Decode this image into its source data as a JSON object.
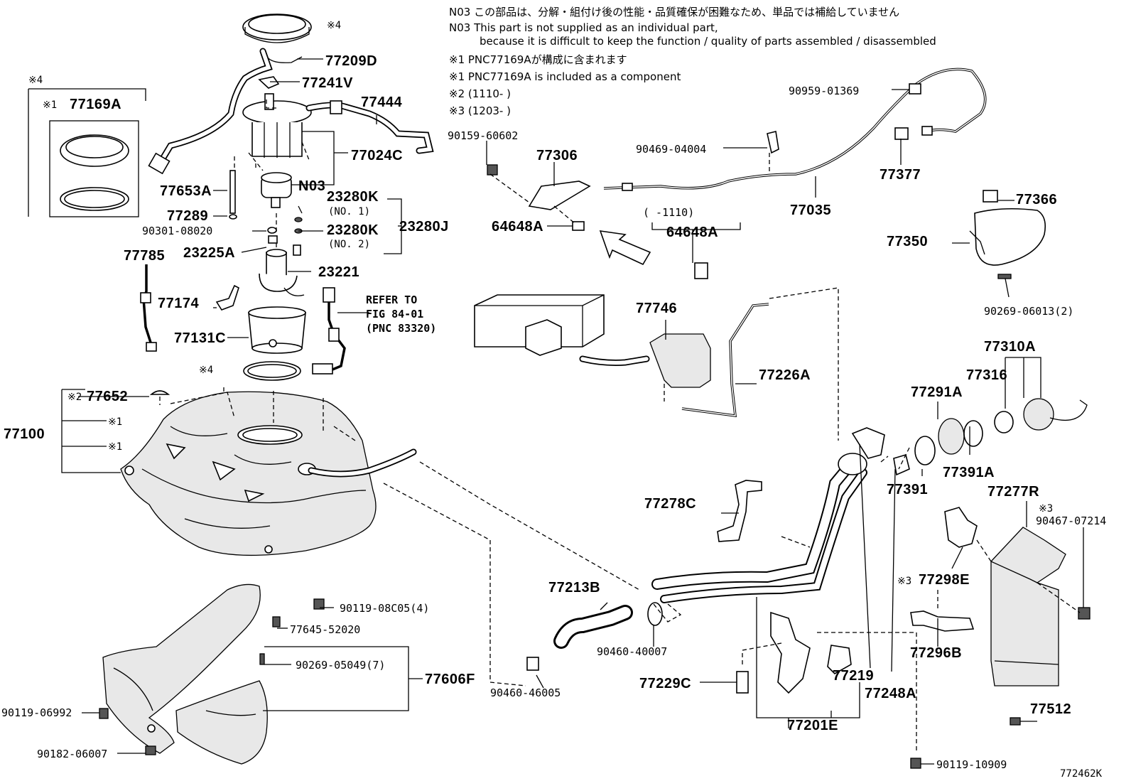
{
  "notes": {
    "n03_jp": "N03 この部品は、分解・組付け後の性能・品質確保が困難なため、単品では補給していません",
    "n03_en_1": "N03 This part is not supplied as an individual part,",
    "n03_en_2": "because it is difficult to keep the function / quality of parts assembled / disassembled",
    "ref1_jp": "※1 PNC77169Aが構成に含まれます",
    "ref1_en": "※1 PNC77169A is included as a component",
    "ref2": "※2 (1110-      )",
    "ref3": "※3 (1203-      )"
  },
  "markers": {
    "m4_top": "※4",
    "m4_box": "※4",
    "m1_box": "※1",
    "m4_gasket": "※4",
    "m2_plug": "※2",
    "m1_a": "※1",
    "m1_b": "※1",
    "m3_bolt": "※3",
    "m3_clamp": "※3"
  },
  "parts": {
    "p77209D": "77209D",
    "p77241V": "77241V",
    "p77444": "77444",
    "p77169A": "77169A",
    "p77024C": "77024C",
    "p77653A": "77653A",
    "pN03": "N03",
    "p23280K_1": "23280K",
    "p23280K_1_sub": "(NO. 1)",
    "p23280K_2": "23280K",
    "p23280K_2_sub": "(NO. 2)",
    "p23280J": "23280J",
    "p77289": "77289",
    "p90301": "90301-08020",
    "p23225A": "23225A",
    "p23221": "23221",
    "p77785": "77785",
    "p77174": "77174",
    "p77131C": "77131C",
    "refer1": "REFER TO",
    "refer2": "FIG 84-01",
    "refer3": "(PNC 83320)",
    "p77652": "77652",
    "p77100": "77100",
    "p90119_08C05": "90119-08C05(4)",
    "p77645": "77645-52020",
    "p90269_05049": "90269-05049(7)",
    "p77606F": "77606F",
    "p90119_06992": "90119-06992",
    "p90182": "90182-06007",
    "p90159": "90159-60602",
    "p77306": "77306",
    "p64648A_1": "64648A",
    "p90469": "90469-04004",
    "p90959": "90959-01369",
    "p77377": "77377",
    "p77035": "77035",
    "p1110": "(     -1110)",
    "p64648A_2": "64648A",
    "p77366": "77366",
    "p77350": "77350",
    "p90269_06013": "90269-06013(2)",
    "p77746": "77746",
    "p77226A": "77226A",
    "p77310A": "77310A",
    "p77316": "77316",
    "p77291A": "77291A",
    "p77391A": "77391A",
    "p77391": "77391",
    "p77277R": "77277R",
    "p90467": "90467-07214",
    "p77278C": "77278C",
    "p77298E": "77298E",
    "p77213B": "77213B",
    "p90460_40007": "90460-40007",
    "p77229C": "77229C",
    "p77219": "77219",
    "p77248A": "77248A",
    "p77296B": "77296B",
    "p90460_46005": "90460-46005",
    "p77201E": "77201E",
    "p77512": "77512",
    "p90119_10909": "90119-10909",
    "fig_id": "772462K"
  }
}
